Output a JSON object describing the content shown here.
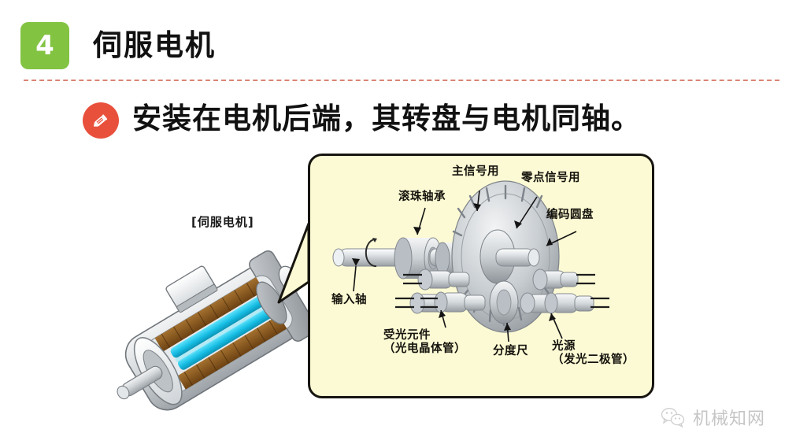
{
  "header": {
    "step_number": "4",
    "title": "伺服电机",
    "badge_color": "#82c342",
    "divider_color": "#d4705f"
  },
  "subtitle": {
    "icon": "pencil-icon",
    "icon_color": "#e8503c",
    "text": "安装在电机后端，其转盘与电机同轴。"
  },
  "motor": {
    "caption": "[伺服电机]",
    "housing_color": "#c9cdd0",
    "winding_color": "#8a5a20",
    "magnet_color": "#19b7e0"
  },
  "callout": {
    "background": "#fcfad4",
    "border_color": "#17150f",
    "labels": {
      "ball_bearing": "滚珠轴承",
      "main_signal": "主信号用",
      "zero_signal": "零点信号用",
      "code_disc": "编码圆盘",
      "input_shaft": "输入轴",
      "photo_element_line1": "受光元件",
      "photo_element_line2": "（光电晶体管）",
      "index_scale": "分度尺",
      "light_source_line1": "光源",
      "light_source_line2": "（发光二极管）"
    }
  },
  "watermark": {
    "icon": "wechat-icon",
    "text": "机械知网"
  }
}
